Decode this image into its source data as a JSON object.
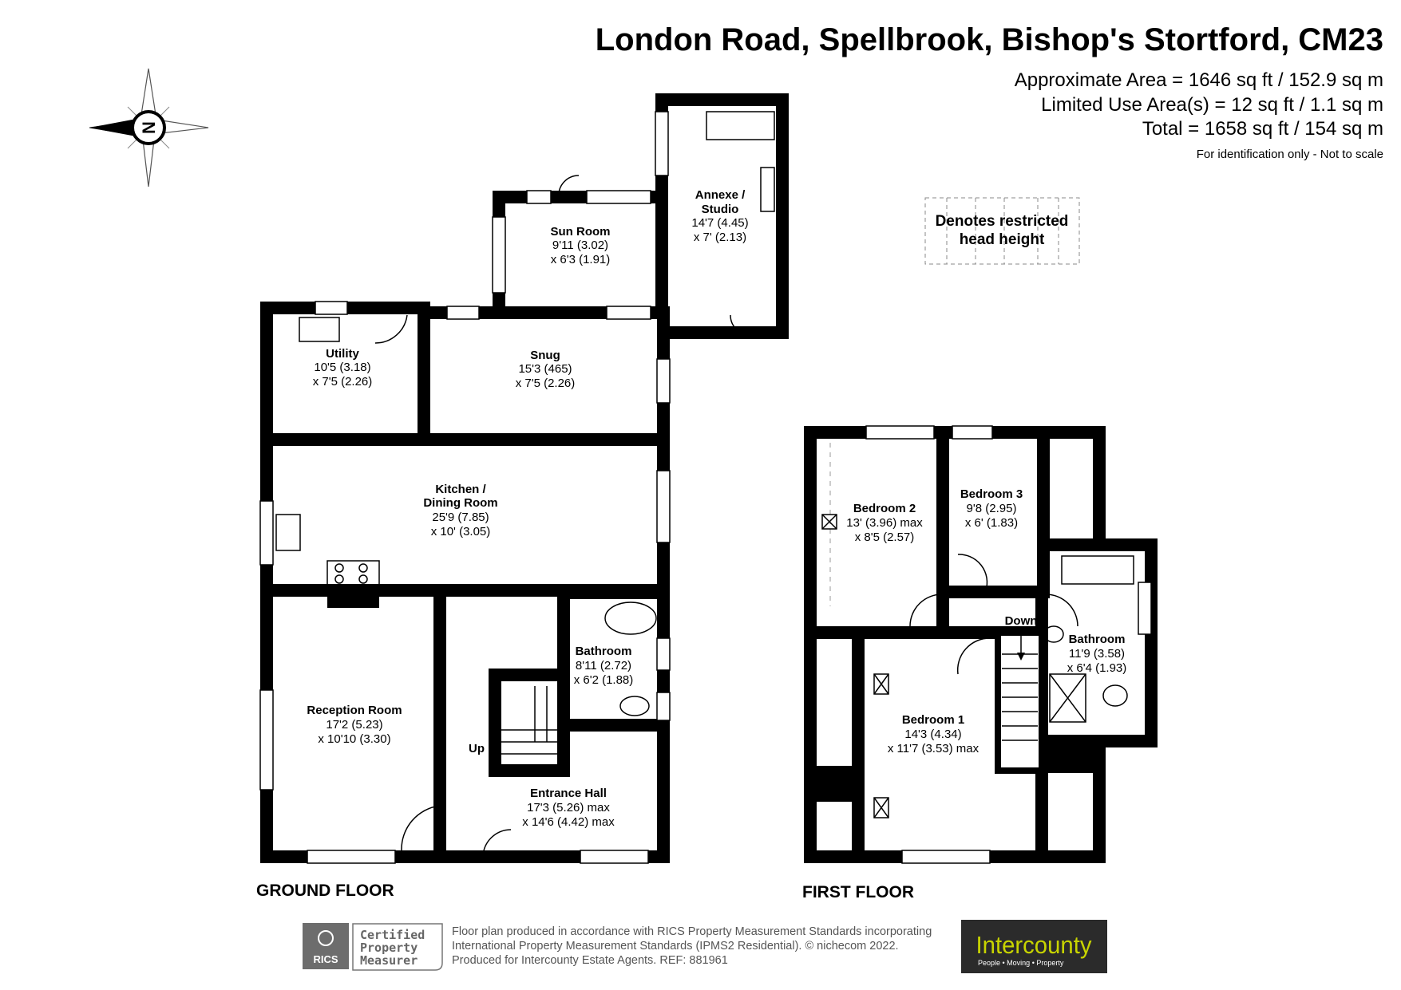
{
  "header": {
    "title": "London Road, Spellbrook, Bishop's Stortford, CM23",
    "approx_area": "Approximate Area = 1646 sq ft / 152.9 sq m",
    "limited_use": "Limited Use Area(s) = 12 sq ft / 1.1 sq m",
    "total": "Total = 1658 sq ft / 154 sq m",
    "disclaimer": "For identification only - Not to scale"
  },
  "compass": {
    "label": "N",
    "icon": "compass-north-icon"
  },
  "legend": {
    "restricted_line1": "Denotes restricted",
    "restricted_line2": "head height"
  },
  "ground_floor": {
    "label": "GROUND FLOOR",
    "up": "Up",
    "rooms": [
      {
        "name": "Utility",
        "dim1": "10'5 (3.18)",
        "dim2": "x 7'5 (2.26)"
      },
      {
        "name": "Snug",
        "dim1": "15'3 (465)",
        "dim2": "x 7'5 (2.26)"
      },
      {
        "name": "Sun Room",
        "dim1": "9'11 (3.02)",
        "dim2": "x 6'3 (1.91)"
      },
      {
        "name": "Annexe /",
        "name2": "Studio",
        "dim1": "14'7 (4.45)",
        "dim2": "x 7' (2.13)"
      },
      {
        "name": "Kitchen /",
        "name2": "Dining Room",
        "dim1": "25'9 (7.85)",
        "dim2": "x 10' (3.05)"
      },
      {
        "name": "Reception Room",
        "dim1": "17'2 (5.23)",
        "dim2": "x 10'10 (3.30)"
      },
      {
        "name": "Bathroom",
        "dim1": "8'11 (2.72)",
        "dim2": "x 6'2 (1.88)"
      },
      {
        "name": "Entrance Hall",
        "dim1": "17'3 (5.26) max",
        "dim2": "x 14'6 (4.42) max"
      }
    ]
  },
  "first_floor": {
    "label": "FIRST FLOOR",
    "down": "Down",
    "rooms": [
      {
        "name": "Bedroom 2",
        "dim1": "13' (3.96) max",
        "dim2": "x 8'5 (2.57)"
      },
      {
        "name": "Bedroom 3",
        "dim1": "9'8 (2.95)",
        "dim2": "x 6' (1.83)"
      },
      {
        "name": "Bathroom",
        "dim1": "11'9 (3.58)",
        "dim2": "x 6'4 (1.93)"
      },
      {
        "name": "Bedroom 1",
        "dim1": "14'3 (4.34)",
        "dim2": "x 11'7 (3.53) max"
      }
    ]
  },
  "footer": {
    "rics_logo": "RICS",
    "certified_line1": "Certified",
    "certified_line2": "Property",
    "certified_line3": "Measurer",
    "note_line1": "Floor plan produced in accordance with RICS Property Measurement Standards incorporating",
    "note_line2": "International Property Measurement Standards (IPMS2 Residential).   © nichecom 2022.",
    "note_line3": "Produced for Intercounty Estate Agents.   REF: 881961",
    "brand": "Intercounty",
    "brand_tagline": "People • Moving • Property",
    "brand_color": "#c8d400",
    "brand_bg": "#2b2b2b"
  }
}
